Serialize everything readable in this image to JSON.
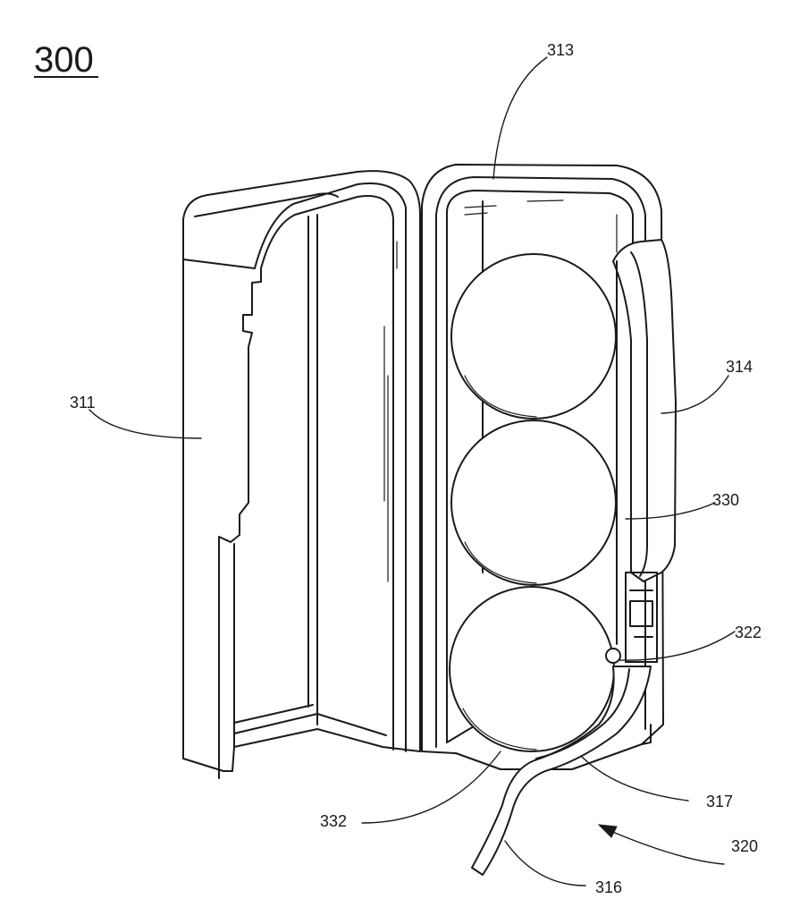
{
  "figure_number": "300",
  "labels": {
    "l311": "311",
    "l313": "313",
    "l314": "314",
    "l330": "330",
    "l322": "322",
    "l317": "317",
    "l320": "320",
    "l332": "332",
    "l316": "316"
  }
}
